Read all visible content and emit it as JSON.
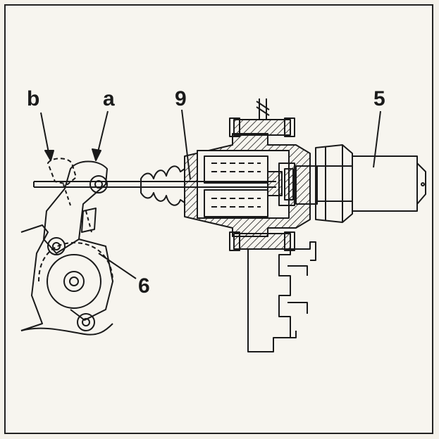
{
  "labels": {
    "b": "b",
    "a": "a",
    "nine": "9",
    "five": "5",
    "six": "6"
  },
  "colors": {
    "ink": "#1a1a1a",
    "paper": "#f7f5ef"
  }
}
